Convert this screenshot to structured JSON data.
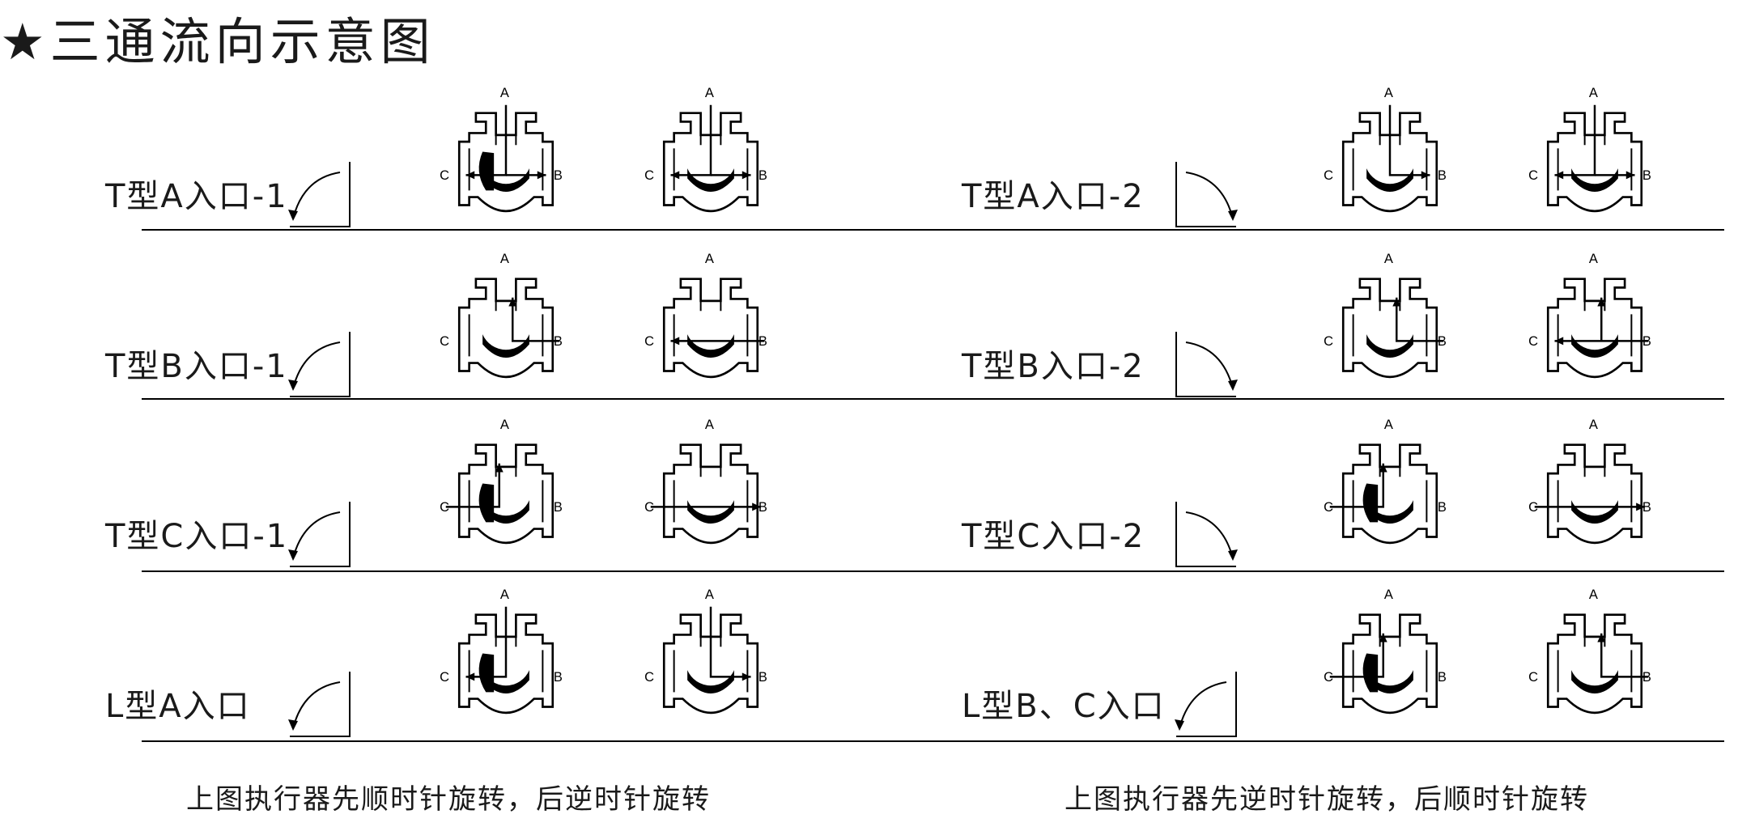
{
  "title": "★三通流向示意图",
  "port_labels": {
    "a": "A",
    "b": "B",
    "c": "C"
  },
  "rows": [
    {
      "label": "T型A入口-1",
      "rotation": "clockwise",
      "valves": [
        "a-to-both",
        "a-to-both-tee"
      ]
    },
    {
      "label": "T型B入口-1",
      "rotation": "clockwise",
      "valves": [
        "b-to-a",
        "b-to-c"
      ]
    },
    {
      "label": "T型C入口-1",
      "rotation": "clockwise",
      "valves": [
        "c-to-a",
        "c-to-b"
      ]
    },
    {
      "label": "L型A入口",
      "rotation": "clockwise",
      "valves": [
        "a-to-c",
        "a-to-b"
      ]
    },
    {
      "label": "T型A入口-2",
      "rotation": "counterclockwise",
      "valves": [
        "a-to-b",
        "a-to-both-tee"
      ]
    },
    {
      "label": "T型B入口-2",
      "rotation": "counterclockwise",
      "valves": [
        "b-to-a",
        "b-to-a-and-c"
      ]
    },
    {
      "label": "T型C入口-2",
      "rotation": "counterclockwise",
      "valves": [
        "c-to-a",
        "c-to-b"
      ]
    },
    {
      "label": "L型B、C入口",
      "rotation": "clockwise",
      "valves": [
        "c-to-a",
        "b-to-a"
      ]
    }
  ],
  "captions": {
    "left": "上图执行器先顺时针旋转，后逆时针旋转",
    "right": "上图执行器先逆时针旋转，后顺时针旋转"
  }
}
